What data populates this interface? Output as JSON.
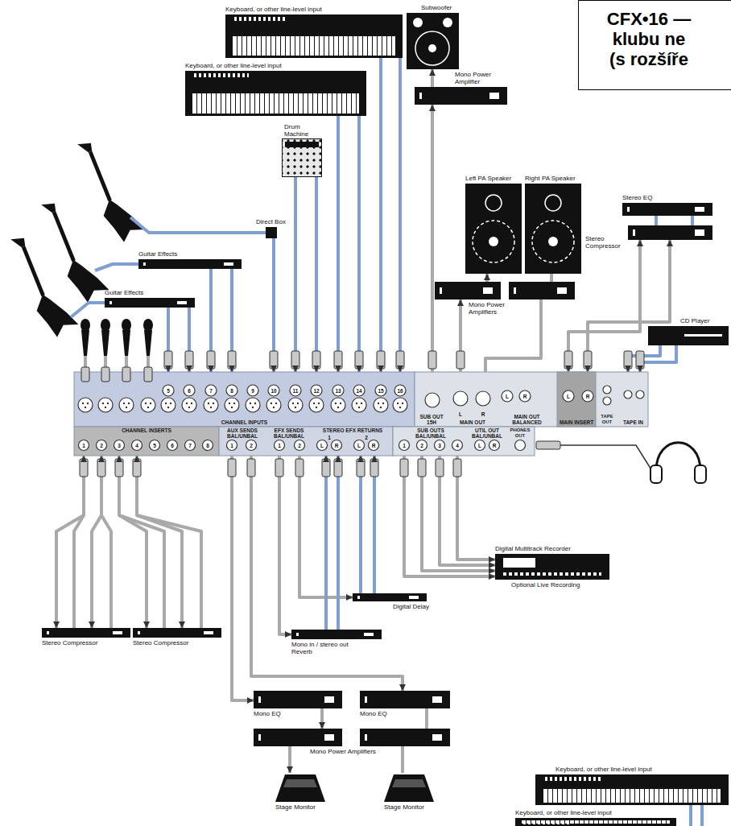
{
  "diagram": {
    "title": "CFX•16 — klubu ne (s rozšíře",
    "nodes": [
      {
        "text": [
          "Keyboard, or other line-level input"
        ]
      },
      {
        "text": [
          "Keyboard, or other line-level input"
        ]
      },
      {
        "text": [
          "Drum Machine"
        ]
      },
      {
        "text": [
          "Subwoofer"
        ]
      },
      {
        "text": [
          "Mono Power Amplifier"
        ]
      },
      {
        "text": [
          "Left PA Speaker"
        ]
      },
      {
        "text": [
          "Right PA Speaker"
        ]
      },
      {
        "text": [
          "Stereo EQ"
        ]
      },
      {
        "text": [
          "Stereo Compressor"
        ]
      },
      {
        "text": [
          "Direct Box"
        ]
      },
      {
        "text": [
          "Guitar Effects"
        ]
      },
      {
        "text": [
          "Guitar Effects"
        ]
      },
      {
        "text": [
          "Mono Power Amplifiers"
        ]
      },
      {
        "text": [
          "CD Player"
        ]
      },
      {
        "text": [
          "CHANNEL INPUTS"
        ]
      },
      {
        "text": [
          "SUB OUT",
          "15H"
        ]
      },
      {
        "text": [
          "MAIN OUT"
        ]
      },
      {
        "text": [
          "MAIN OUT",
          "BALANCED"
        ]
      },
      {
        "text": [
          "MAIN INSERT"
        ]
      },
      {
        "text": [
          "TAPE OUT"
        ]
      },
      {
        "text": [
          "TAPE IN"
        ]
      },
      {
        "text": [
          "CHANNEL INSERTS"
        ]
      },
      {
        "text": [
          "AUX SENDS",
          "BAL/UNBAL"
        ]
      },
      {
        "text": [
          "EFX SENDS",
          "BAL/UNBAL"
        ]
      },
      {
        "text": [
          "STEREO EFX RETURNS"
        ]
      },
      {
        "text": [
          "SUB OUTS",
          "BAL/UNBAL"
        ]
      },
      {
        "text": [
          "UTIL OUT",
          "BAL/UNBAL"
        ]
      },
      {
        "text": [
          "PHONES OUT"
        ]
      },
      {
        "text": [
          "Stereo Compressor"
        ]
      },
      {
        "text": [
          "Stereo Compressor"
        ]
      },
      {
        "text": [
          "Digital Multitrack Recorder",
          "Optional Live Recording"
        ]
      },
      {
        "text": [
          "Digital Delay"
        ]
      },
      {
        "text": [
          "Mono in / stereo out Reverb"
        ]
      },
      {
        "text": [
          "Mono EQ"
        ]
      },
      {
        "text": [
          "Mono EQ"
        ]
      },
      {
        "text": [
          "Mono Power Amplifiers"
        ]
      },
      {
        "text": [
          "Stage Monitor"
        ]
      },
      {
        "text": [
          "Stage Monitor"
        ]
      },
      {
        "text": [
          "Keyboard, or other line-level input"
        ]
      },
      {
        "text": [
          "Keyboard, or other line-level input"
        ]
      }
    ],
    "edges": [
      {
        "from": 0,
        "to": 14,
        "arrow": "to"
      },
      {
        "from": 0,
        "to": 14,
        "arrow": "to"
      },
      {
        "from": 1,
        "to": 14,
        "arrow": "to"
      },
      {
        "from": 1,
        "to": 14,
        "arrow": "to"
      },
      {
        "from": 2,
        "to": 14,
        "arrow": "to"
      },
      {
        "from": 2,
        "to": 14,
        "arrow": "to"
      },
      {
        "from": 9,
        "to": 14,
        "arrow": "to"
      },
      {
        "from": 10,
        "to": 14,
        "arrow": "to"
      },
      {
        "from": 10,
        "to": 14,
        "arrow": "to"
      },
      {
        "from": 11,
        "to": 14,
        "arrow": "to"
      },
      {
        "from": 11,
        "to": 14,
        "arrow": "to"
      },
      {
        "from": 15,
        "to": 4,
        "arrow": "to"
      },
      {
        "from": 4,
        "to": 3,
        "arrow": "to"
      },
      {
        "from": 16,
        "to": 12,
        "arrow": "to"
      },
      {
        "from": 12,
        "to": 5,
        "arrow": "to"
      },
      {
        "from": 18,
        "to": 8,
        "arrow": "both"
      },
      {
        "from": 18,
        "to": 8,
        "arrow": "both"
      },
      {
        "from": 8,
        "to": 7,
        "arrow": "none"
      },
      {
        "from": 8,
        "to": 7,
        "arrow": "none"
      },
      {
        "from": 13,
        "to": 20,
        "arrow": "to"
      },
      {
        "from": 13,
        "to": 20,
        "arrow": "to"
      },
      {
        "from": 21,
        "to": 28,
        "arrow": "both"
      },
      {
        "from": 21,
        "to": 28,
        "arrow": "both"
      },
      {
        "from": 21,
        "to": 29,
        "arrow": "both"
      },
      {
        "from": 21,
        "to": 29,
        "arrow": "both"
      },
      {
        "from": 22,
        "to": 33,
        "arrow": "to"
      },
      {
        "from": 22,
        "to": 34,
        "arrow": "to"
      },
      {
        "from": 23,
        "to": 32,
        "arrow": "to"
      },
      {
        "from": 23,
        "to": 31,
        "arrow": "to"
      },
      {
        "from": 32,
        "to": 24,
        "arrow": "to"
      },
      {
        "from": 32,
        "to": 24,
        "arrow": "to"
      },
      {
        "from": 31,
        "to": 24,
        "arrow": "to"
      },
      {
        "from": 31,
        "to": 24,
        "arrow": "to"
      },
      {
        "from": 25,
        "to": 30,
        "arrow": "to"
      },
      {
        "from": 25,
        "to": 30,
        "arrow": "to"
      },
      {
        "from": 25,
        "to": 30,
        "arrow": "to"
      },
      {
        "from": 25,
        "to": 30,
        "arrow": "to"
      },
      {
        "from": 33,
        "to": 35,
        "arrow": "to"
      },
      {
        "from": 35,
        "to": 36,
        "arrow": "to"
      }
    ],
    "labels": [
      "5",
      "6",
      "7",
      "8",
      "9",
      "10",
      "11",
      "12",
      "13",
      "14",
      "15",
      "16",
      "L",
      "R",
      "L",
      "R",
      "L",
      "R",
      "1",
      "2",
      "3",
      "4",
      "5",
      "6",
      "7",
      "8",
      "1",
      "2",
      "1",
      "2",
      "1",
      "2",
      "L",
      "R",
      "L",
      "R",
      "1",
      "2",
      "3",
      "4",
      "L",
      "R"
    ]
  }
}
